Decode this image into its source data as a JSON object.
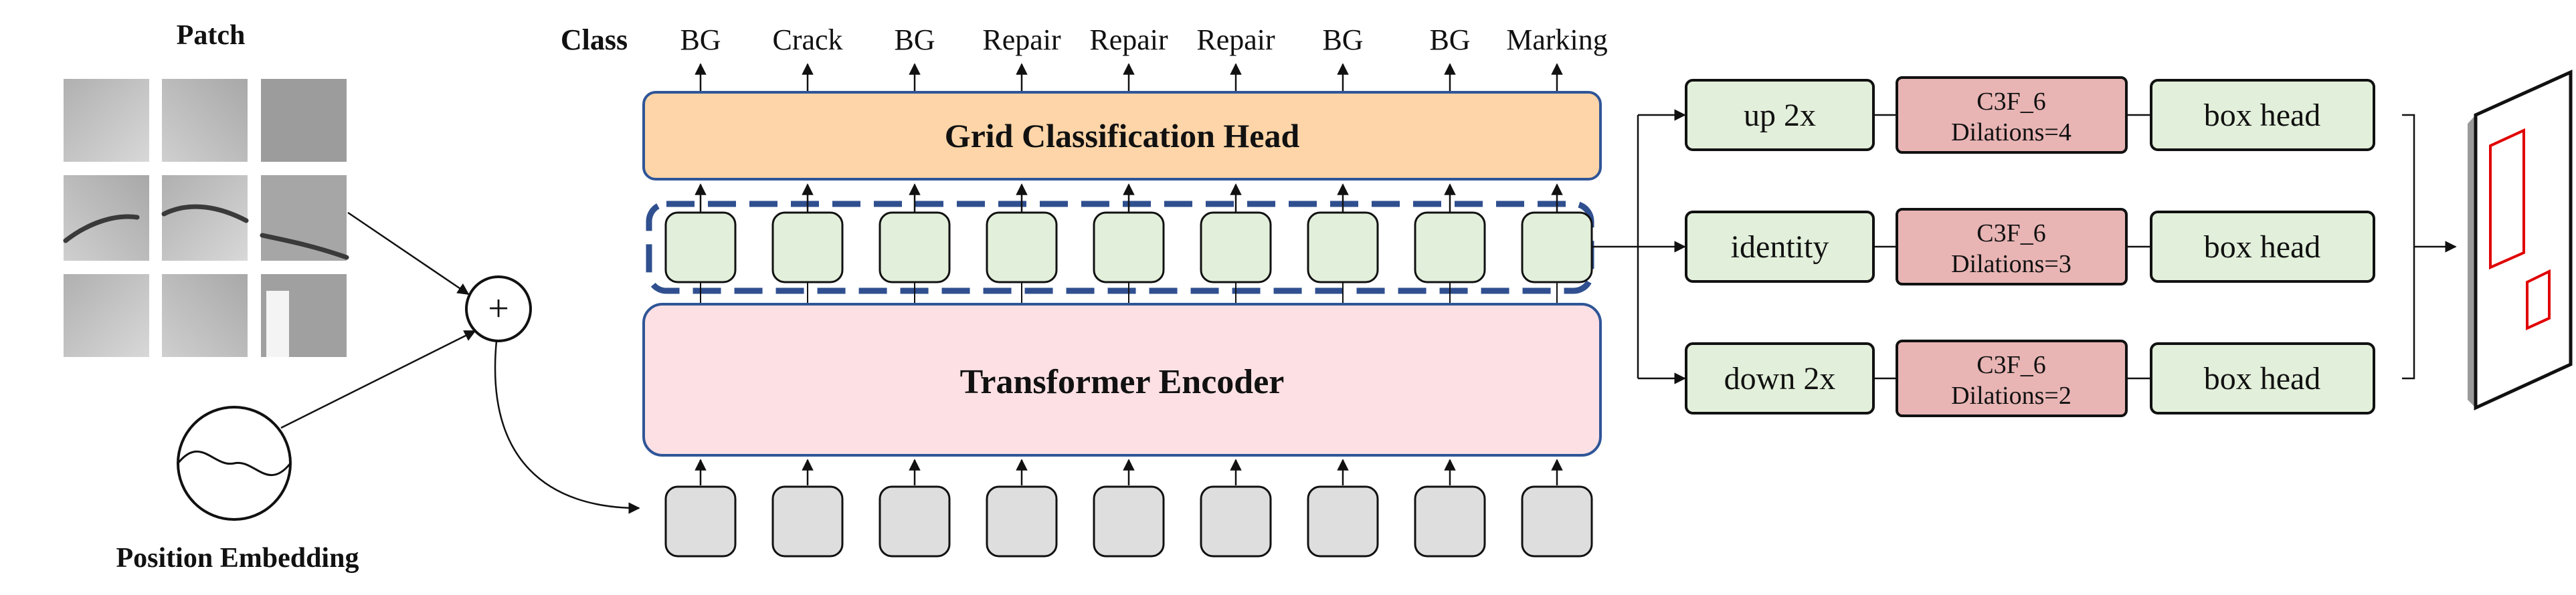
{
  "patch_label": "Patch",
  "position_embedding_label": "Position Embedding",
  "class_label": "Class",
  "class_outputs": [
    "BG",
    "Crack",
    "BG",
    "Repair",
    "Repair",
    "Repair",
    "BG",
    "BG",
    "Marking"
  ],
  "grid_head_label": "Grid Classification Head",
  "encoder_label": "Transformer Encoder",
  "plus_symbol": "+",
  "branches": [
    {
      "scale": "up 2x",
      "module": "C3F_6",
      "dilations": "Dilations=4",
      "head": "box head"
    },
    {
      "scale": "identity",
      "module": "C3F_6",
      "dilations": "Dilations=3",
      "head": "box head"
    },
    {
      "scale": "down 2x",
      "module": "C3F_6",
      "dilations": "Dilations=2",
      "head": "box head"
    }
  ],
  "colors": {
    "grid_head_fill": "#fdd5a8",
    "encoder_fill": "#fce0e4",
    "box_border": "#2f5597",
    "dashed_border": "#2f4f8f",
    "token_fill": "#e2efda",
    "input_token_fill": "#dedede",
    "module_fill": "#e8b4b4",
    "detection_box": "#e00000"
  }
}
